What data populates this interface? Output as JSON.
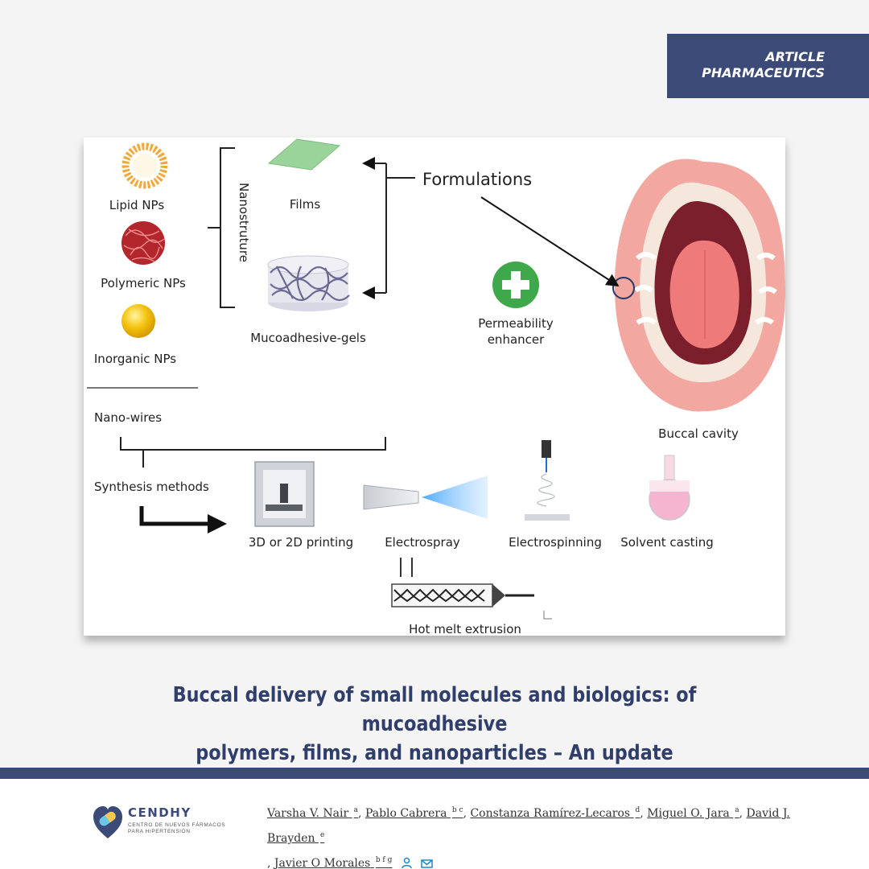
{
  "badge": {
    "line1": "ARTICLE",
    "line2": "PHARMACEUTICS"
  },
  "figure": {
    "labels": {
      "lipid": "Lipid NPs",
      "polymeric": "Polymeric NPs",
      "inorganic": "Inorganic NPs",
      "nanostructure": "Nanostruture",
      "films": "Films",
      "gels": "Mucoadhesive-gels",
      "formulations": "Formulations",
      "permeability": "Permeability",
      "enhancer": "enhancer",
      "nanowires": "Nano-wires",
      "synthesis": "Synthesis methods",
      "printing": "3D or 2D printing",
      "electrospray": "Electrospray",
      "electrospinning": "Electrospinning",
      "casting": "Solvent casting",
      "buccal": "Buccal cavity",
      "hme": "Hot melt extrusion"
    }
  },
  "article": {
    "title_line1": "Buccal delivery of small molecules and biologics: of mucoadhesive",
    "title_line2": "polymers, films, and nanoparticles – An update"
  },
  "footer": {
    "logo_name": "CENDHY",
    "logo_sub1": "CENTRO DE NUEVOS FÁRMACOS",
    "logo_sub2": "PARA HIPERTENSIÓN",
    "authors": [
      {
        "name": "Varsha V. Nair",
        "aff": "a"
      },
      {
        "name": "Pablo Cabrera",
        "aff": "b c"
      },
      {
        "name": "Constanza Ramírez-Lecaros",
        "aff": "d"
      },
      {
        "name": "Miguel O. Jara",
        "aff": "a"
      },
      {
        "name": "David J. Brayden",
        "aff": "e"
      },
      {
        "name": "Javier O Morales",
        "aff": "b f g"
      }
    ]
  },
  "colors": {
    "navy": "#3b4a77",
    "title": "#2f3e6b",
    "background": "#f4f4f4"
  }
}
